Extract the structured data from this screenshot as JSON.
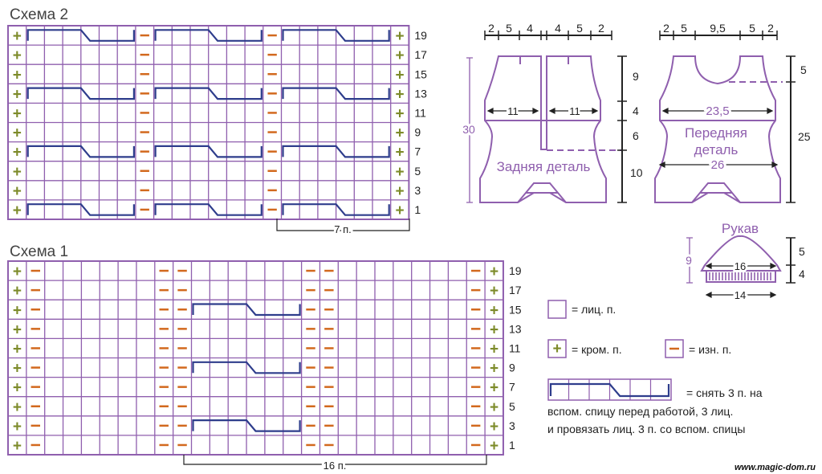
{
  "scheme2": {
    "title": "Схема 2",
    "row_numbers": [
      "19",
      "17",
      "15",
      "13",
      "11",
      "9",
      "7",
      "5",
      "3",
      "1"
    ],
    "repeat_label": "7 п."
  },
  "scheme1": {
    "title": "Схема 1",
    "row_numbers": [
      "19",
      "17",
      "15",
      "13",
      "11",
      "9",
      "7",
      "5",
      "3",
      "1"
    ],
    "repeat_label": "16 п."
  },
  "back_piece": {
    "label": "Задняя деталь",
    "top_dims": [
      "2",
      "5",
      "4",
      "4",
      "5",
      "2"
    ],
    "width_half_left": "11",
    "width_half_right": "11",
    "height_total": "30",
    "right_dims": [
      "9",
      "4",
      "6",
      "10"
    ]
  },
  "front_piece": {
    "label_line1": "Передняя",
    "label_line2": "деталь",
    "top_dims": [
      "2",
      "5",
      "9,5",
      "5",
      "2"
    ],
    "chest_width": "23,5",
    "bottom_width": "26",
    "right_dims": [
      "5",
      "25"
    ]
  },
  "sleeve": {
    "label": "Рукав",
    "width_top": "16",
    "width_cuff": "14",
    "height_left": "9",
    "right_dims": [
      "5",
      "4"
    ]
  },
  "legend": {
    "knit": "= лиц. п.",
    "edge": "= кром. п.",
    "purl": "= изн. п.",
    "cable_line1": "= снять 3 п. на",
    "cable_line2": "вспом. спицу перед работой, 3 лиц.",
    "cable_line3": "и провязать лиц. 3 п. со вспом. спицы"
  },
  "watermark": "www.magic-dom.ru",
  "colors": {
    "grid": "#8f5fae",
    "cable": "#2e3d8c",
    "edge_plus": "#7d8b2a",
    "purl_dash": "#d2691e",
    "outline": "#8f5fae",
    "text": "#222222"
  }
}
